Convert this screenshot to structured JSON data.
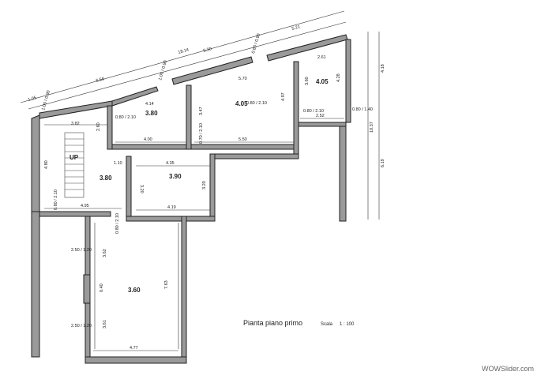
{
  "title": "Pianta piano primo",
  "scale_label": "Scala",
  "scale_value": "1 : 100",
  "stairs_label": "UP",
  "watermark": "WOWSlider.com",
  "rooms": [
    "3.80",
    "3.80",
    "4.05",
    "4.05",
    "3.90",
    "3.60"
  ],
  "top_dims": [
    "18.14",
    "1.05",
    "6.58",
    "5.30",
    "5.21"
  ],
  "window_dims": [
    "1.00 / 0.90",
    "0.80 / 0.90",
    "1.00 / 0.90"
  ],
  "interior_dims": [
    "4.14",
    "5.70",
    "2.61",
    "3.82",
    "4.00",
    "5.50",
    "2.52",
    "4.35",
    "1.10",
    "4.95",
    "4.19",
    "4.77",
    "2.60",
    "4.80",
    "3.47",
    "4.97",
    "3.60",
    "4.28",
    "3.20",
    "3.20",
    "3.62",
    "7.63",
    "3.61",
    "0.40"
  ],
  "right_dims": [
    "4.18",
    "10.37",
    "6.19"
  ],
  "door_dims": [
    "0.80 / 2.10",
    "0.80 / 2.10",
    "0.80 / 1.40",
    "0.80 / 2.10",
    "0.70 / 2.10",
    "0.80 / 2.10",
    "0.80 / 2.10",
    "2.50 / 1.20",
    "2.50 / 1.20"
  ],
  "colors": {
    "wall": "#9a9a9a",
    "line": "#333333"
  }
}
